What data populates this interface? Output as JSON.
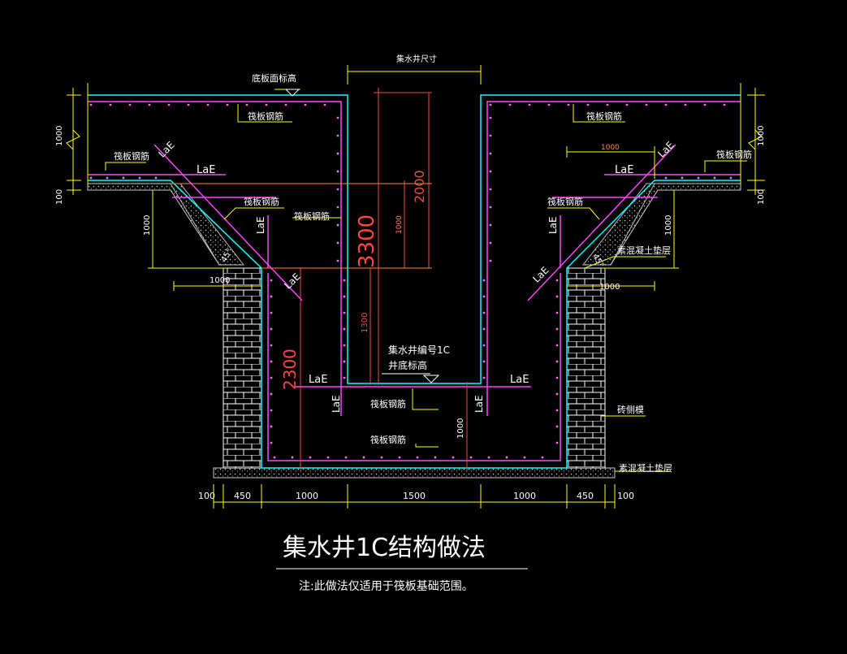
{
  "title": "集水井1C结构做法",
  "note": "注:此做法仅适用于筏板基础范围。",
  "labels": {
    "pit_size": "集水井尺寸",
    "slab_top_level": "底板面标高",
    "raft_rebar": "筏板钢筋",
    "pit_number": "集水井编号1C",
    "pit_bottom_level": "井底标高",
    "brick_form": "砖侧模",
    "concrete_cushion": "素混凝土垫层",
    "anchorage": "LaE",
    "angle": "45°"
  },
  "dimensions": {
    "d1000": "1000",
    "d100": "100",
    "d2000": "2000",
    "d3300": "3300",
    "d2300": "2300",
    "d1300": "1300",
    "d1500": "1500",
    "d450": "450"
  },
  "bottom_dims": [
    "100",
    "450",
    "1000",
    "1500",
    "1000",
    "450",
    "100"
  ],
  "colors": {
    "background": "#000000",
    "concrete_outline": "#00ffff",
    "rebar": "#ff44ff",
    "dimension": "#ffff00",
    "dimension_red": "#ff4444",
    "text": "#ffffff",
    "cushion": "#bbbbbb",
    "brick": "#ffffff",
    "leader": "#ffff00"
  }
}
